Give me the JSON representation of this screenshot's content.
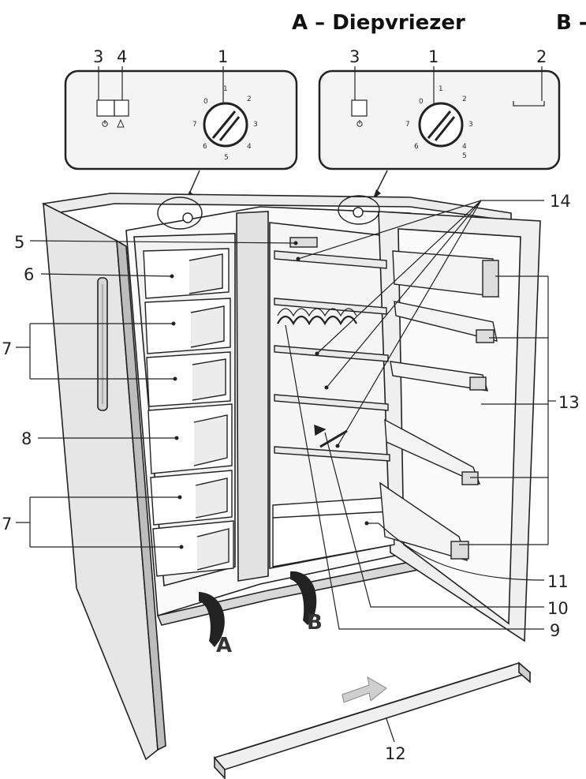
{
  "sections": {
    "a_title": "A – Diepvriezer",
    "b_title": "B -"
  },
  "panel_a": {
    "labels": [
      "3",
      "4",
      "1"
    ],
    "dial_numbers": [
      "0",
      "1",
      "2",
      "3",
      "4",
      "5",
      "6",
      "7"
    ],
    "icon_names": [
      "power-icon",
      "warning-icon"
    ]
  },
  "panel_b": {
    "labels": [
      "3",
      "1",
      "2"
    ],
    "dial_numbers": [
      "0",
      "1",
      "2",
      "3",
      "4",
      "5",
      "6",
      "7"
    ],
    "icon_names": [
      "power-icon"
    ]
  },
  "callouts": [
    "5",
    "6",
    "7",
    "8",
    "7",
    "14",
    "13",
    "11",
    "10",
    "9",
    "12"
  ],
  "compartment_letters": [
    "A",
    "B"
  ],
  "colors": {
    "line": "#222222",
    "shade": "#bdbdbd",
    "panel": "#f4f4f4"
  }
}
